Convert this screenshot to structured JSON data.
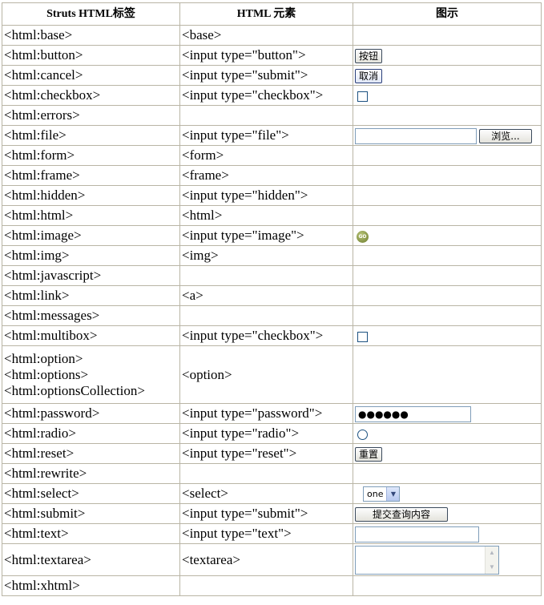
{
  "headers": [
    "Struts HTML标签",
    "HTML 元素",
    "图示"
  ],
  "rows": [
    {
      "tag": "<html:base>",
      "element": "<base>"
    },
    {
      "tag": "<html:button>",
      "element": "<input type=\"button\">",
      "demo": "按钮"
    },
    {
      "tag": "<html:cancel>",
      "element": "<input type=\"submit\">",
      "demo": "取消"
    },
    {
      "tag": "<html:checkbox>",
      "element": "<input type=\"checkbox\">"
    },
    {
      "tag": "<html:errors>",
      "element": ""
    },
    {
      "tag": "<html:file>",
      "element": "<input type=\"file\">",
      "demo": "浏览..."
    },
    {
      "tag": "<html:form>",
      "element": "<form>"
    },
    {
      "tag": "<html:frame>",
      "element": "<frame>"
    },
    {
      "tag": "<html:hidden>",
      "element": "<input type=\"hidden\">"
    },
    {
      "tag": "<html:html>",
      "element": "<html>"
    },
    {
      "tag": "<html:image>",
      "element": "<input type=\"image\">",
      "demo": "GO"
    },
    {
      "tag": "<html:img>",
      "element": "<img>"
    },
    {
      "tag": "<html:javascript>",
      "element": ""
    },
    {
      "tag": "<html:link>",
      "element": "<a>"
    },
    {
      "tag": "<html:messages>",
      "element": ""
    },
    {
      "tag": "<html:multibox>",
      "element": "<input type=\"checkbox\">"
    },
    {
      "tags": [
        "<html:option>",
        "<html:options>",
        "<html:optionsCollection>"
      ],
      "element": "<option>"
    },
    {
      "tag": "<html:password>",
      "element": "<input type=\"password\">",
      "demo": "●●●●●●"
    },
    {
      "tag": "<html:radio>",
      "element": "<input type=\"radio\">"
    },
    {
      "tag": "<html:reset>",
      "element": "<input type=\"reset\">",
      "demo": "重置"
    },
    {
      "tag": "<html:rewrite>",
      "element": ""
    },
    {
      "tag": "<html:select>",
      "element": "<select>",
      "demo": "one"
    },
    {
      "tag": "<html:submit>",
      "element": "<input type=\"submit\">",
      "demo": "提交查询内容"
    },
    {
      "tag": "<html:text>",
      "element": "<input type=\"text\">"
    },
    {
      "tag": "<html:textarea>",
      "element": "<textarea>"
    },
    {
      "tag": "<html:xhtml>",
      "element": ""
    }
  ]
}
